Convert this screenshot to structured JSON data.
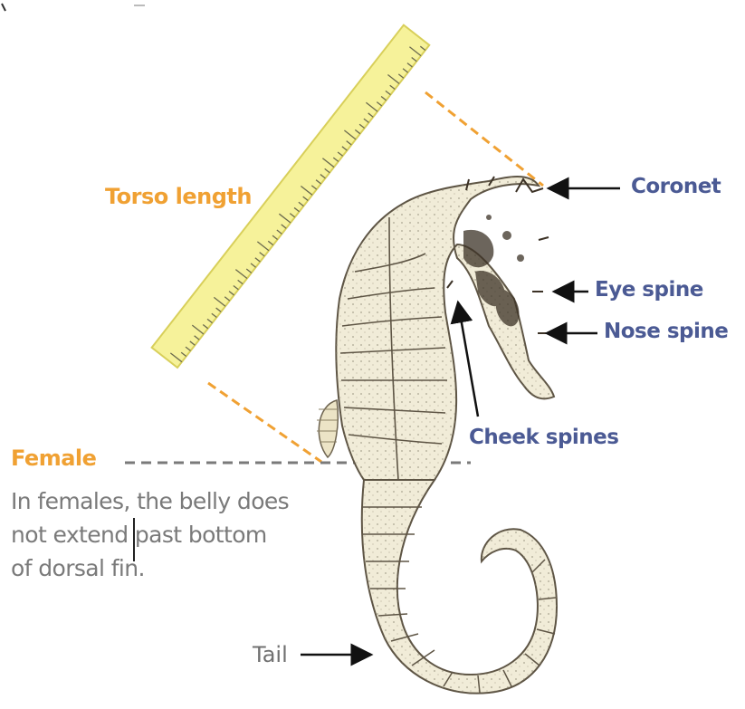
{
  "labels": {
    "torso_length": "Torso length",
    "coronet": "Coronet",
    "eye_spine": "Eye spine",
    "nose_spine": "Nose spine",
    "cheek_spines": "Cheek spines",
    "female": "Female",
    "tail": "Tail"
  },
  "note_lines": [
    "In females, the belly does",
    "not extend past bottom",
    "of dorsal fin."
  ],
  "colors": {
    "orange_accent": "#f0a133",
    "label_blue": "#4b5a94",
    "ruler_fill": "#f6f29a",
    "ruler_edge": "#d8cf5a"
  },
  "icons": {
    "ruler": "ruler-icon",
    "seahorse": "seahorse-illustration"
  }
}
